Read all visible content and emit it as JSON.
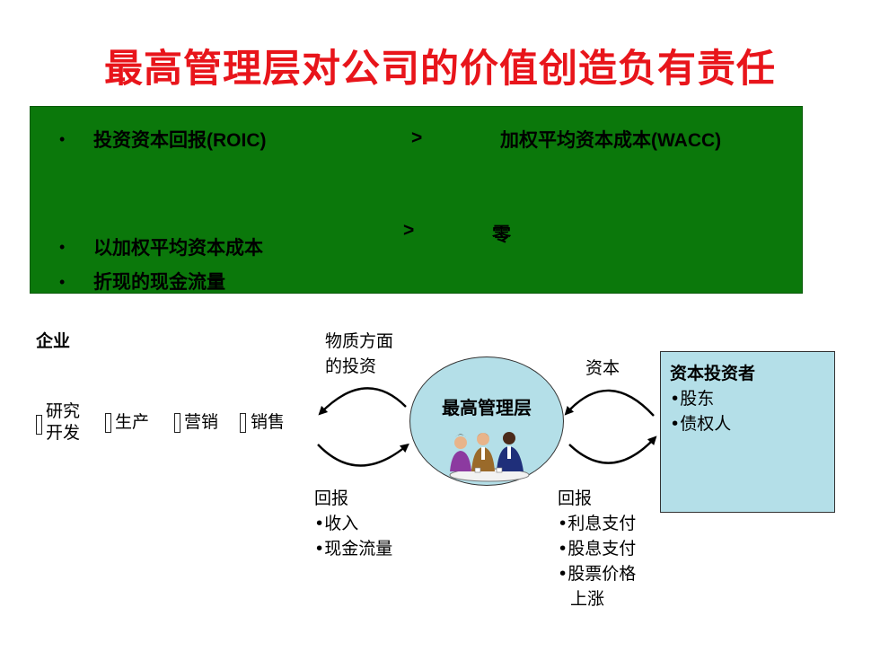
{
  "title": "最高管理层对公司的价值创造负有责任",
  "panel": {
    "bullet_glyph": "•",
    "row1_left_cn": "投资资本回报",
    "row1_left_en": "(ROIC)",
    "row1_op": ">",
    "row1_right_cn": "加权平均资本成本",
    "row1_right_en": "(WACC)",
    "row2_left": "以加权平均资本成本",
    "row2_op": ">",
    "row2_right": "零",
    "row3_left": "折现的现金流量"
  },
  "enterprise": {
    "label": "企业",
    "chain": [
      "研究",
      "开发",
      "生产",
      "营销",
      "销售"
    ]
  },
  "left_cycle": {
    "top_label": [
      "物质方面",
      "的投资"
    ],
    "bottom_title": "回报",
    "bottom_items": [
      "•收入",
      "•现金流量"
    ]
  },
  "center": {
    "label": "最高管理层"
  },
  "right_cycle": {
    "top_label": "资本",
    "bottom_title": "回报",
    "bottom_items": [
      "•利息支付",
      "•股息支付",
      "•股票价格",
      "上涨"
    ]
  },
  "investors": {
    "title": "资本投资者",
    "items": [
      "•股东",
      "•债权人"
    ]
  }
}
